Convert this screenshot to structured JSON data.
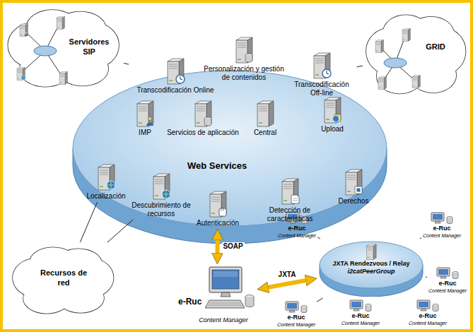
{
  "diagram": {
    "nodes": [
      {
        "text": [
          "Servidores SIP"
        ]
      },
      {
        "text": [
          "GRID"
        ]
      },
      {
        "text": [
          "Web Services"
        ]
      },
      {
        "text": [
          "Transcodificación Online"
        ],
        "in": 2
      },
      {
        "text": [
          "Personalización y gestión de contenidos"
        ],
        "in": 2
      },
      {
        "text": [
          "Transcodificación Off-line"
        ],
        "in": 2
      },
      {
        "text": [
          "IMP"
        ],
        "in": 2
      },
      {
        "text": [
          "Servicios de aplicación"
        ],
        "in": 2
      },
      {
        "text": [
          "Central"
        ],
        "in": 2
      },
      {
        "text": [
          "Upload"
        ],
        "in": 2
      },
      {
        "text": [
          "Localización"
        ],
        "in": 2
      },
      {
        "text": [
          "Descubrimiento de recursos"
        ],
        "in": 2
      },
      {
        "text": [
          "Autenticación"
        ],
        "in": 2
      },
      {
        "text": [
          "Detección de características"
        ],
        "in": 2
      },
      {
        "text": [
          "Derechos"
        ],
        "in": 2
      },
      {
        "text": [
          "Recursos de red"
        ]
      },
      {
        "text": [
          "e-Ruc",
          "Content Manager"
        ]
      },
      {
        "text": [
          "JXTA Rendezvous / Relay",
          "i2catPeerGroup"
        ]
      },
      {
        "text": [
          "e-Ruc",
          "Content Manager"
        ]
      },
      {
        "text": [
          "e-Ruc",
          "Content Manager"
        ]
      },
      {
        "text": [
          "e-Ruc",
          "Content Manager"
        ]
      },
      {
        "text": [
          "e-Ruc",
          "Content Manager"
        ]
      },
      {
        "text": [
          "e-Ruc",
          "Content Manager"
        ]
      },
      {
        "text": [
          "e-Ruc",
          "Content Manager"
        ]
      }
    ],
    "edges": [
      {
        "from": 0,
        "to": 3,
        "arrow": "none"
      },
      {
        "from": 1,
        "to": 5,
        "arrow": "none"
      },
      {
        "from": 15,
        "to": 10,
        "arrow": "none"
      },
      {
        "from": 15,
        "to": 11,
        "arrow": "none"
      },
      {
        "from": 16,
        "to": 12,
        "label": "SOAP",
        "arrow": "both"
      },
      {
        "from": 16,
        "to": 17,
        "label": "JXTA",
        "arrow": "both"
      },
      {
        "from": 18,
        "to": 17,
        "arrow": "none"
      },
      {
        "from": 19,
        "to": 17,
        "arrow": "none"
      },
      {
        "from": 20,
        "to": 17,
        "arrow": "none"
      },
      {
        "from": 21,
        "to": 17,
        "arrow": "none"
      },
      {
        "from": 22,
        "to": 17,
        "arrow": "none"
      },
      {
        "from": 23,
        "to": 17,
        "arrow": "none"
      }
    ]
  }
}
